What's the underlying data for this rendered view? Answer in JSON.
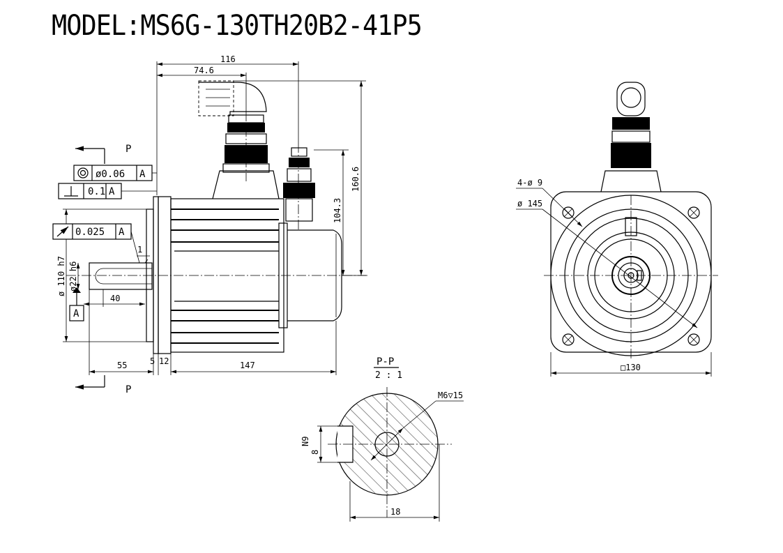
{
  "title": "MODEL:MS6G-130TH20B2-41P5",
  "side_view": {
    "d_overall": "116",
    "d_connector": "74.6",
    "d_height_total": "160.6",
    "d_height_conn": "104.3",
    "d_body": "147",
    "d_shaft": "55",
    "d_flange_a": "5",
    "d_flange_b": "12",
    "d_keyway": "40",
    "d_pilot": "ø 110 h7",
    "d_shaft_dia": "ø22 h6",
    "d_chamfer": "1",
    "section_mark": "P",
    "datum": "A",
    "tol_concentric": "ø0.06",
    "tol_perp": "0.1",
    "tol_runout": "0.025"
  },
  "front_view": {
    "holes": "4-ø 9",
    "pcd": "ø 145",
    "square": "□130"
  },
  "section_view": {
    "title": "P-P",
    "scale": "2 : 1",
    "thread": "M6▽15",
    "key_width": "8",
    "key_tol": "N9",
    "shaft_dia": "18"
  }
}
